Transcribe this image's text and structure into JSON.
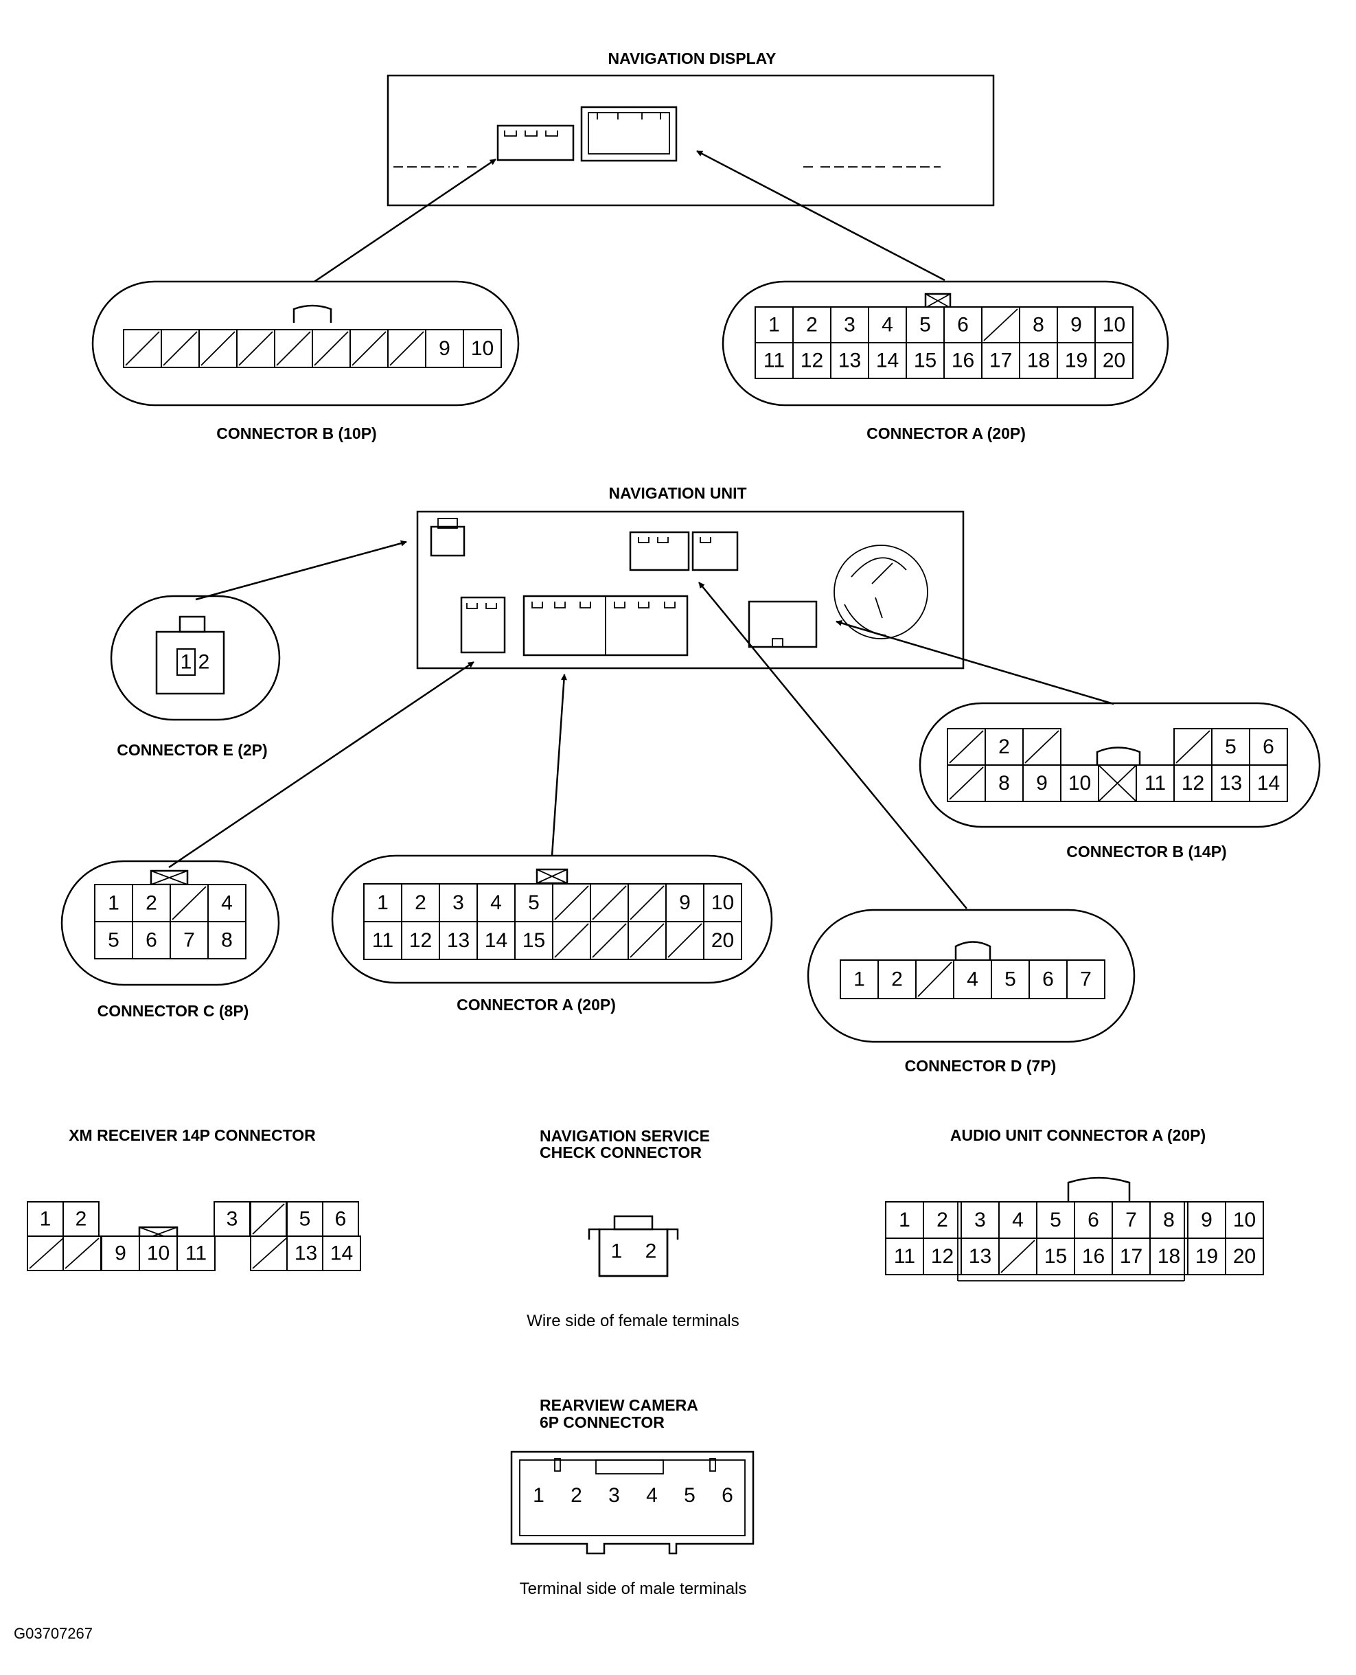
{
  "labels": {
    "navigation_display": "NAVIGATION DISPLAY",
    "navigation_unit": "NAVIGATION UNIT",
    "xm_receiver": "XM RECEIVER 14P CONNECTOR",
    "nav_service_line1": "NAVIGATION SERVICE",
    "nav_service_line2": "CHECK CONNECTOR",
    "audio_unit": "AUDIO UNIT CONNECTOR A (20P)",
    "rearview_line1": "REARVIEW CAMERA",
    "rearview_line2": "6P CONNECTOR",
    "wire_side_note": "Wire side of female terminals",
    "terminal_side_note": "Terminal side of male terminals",
    "figure_id": "G03707267"
  },
  "connectors": {
    "display_b": {
      "caption": "CONNECTOR B (10P)",
      "rows": [
        [
          "",
          "",
          "",
          "",
          "",
          "",
          "",
          "",
          "9",
          "10"
        ]
      ]
    },
    "display_a": {
      "caption": "CONNECTOR A (20P)",
      "rows": [
        [
          "1",
          "2",
          "3",
          "4",
          "5",
          "6",
          "",
          "8",
          "9",
          "10"
        ],
        [
          "11",
          "12",
          "13",
          "14",
          "15",
          "16",
          "17",
          "18",
          "19",
          "20"
        ]
      ]
    },
    "unit_e": {
      "caption": "CONNECTOR E (2P)",
      "rows": [
        [
          "1",
          "2"
        ]
      ]
    },
    "unit_b": {
      "caption": "CONNECTOR B (14P)",
      "rows": [
        [
          "",
          "2",
          "",
          "",
          "",
          "",
          "",
          "",
          "5",
          "6"
        ],
        [
          "",
          "8",
          "9",
          "10",
          "X",
          "11",
          "12",
          "13",
          "14"
        ]
      ]
    },
    "unit_c": {
      "caption": "CONNECTOR C (8P)",
      "rows": [
        [
          "1",
          "2",
          "",
          "4"
        ],
        [
          "5",
          "6",
          "7",
          "8"
        ]
      ]
    },
    "unit_a": {
      "caption": "CONNECTOR A (20P)",
      "rows": [
        [
          "1",
          "2",
          "3",
          "4",
          "5",
          "",
          "",
          "",
          "9",
          "10"
        ],
        [
          "11",
          "12",
          "13",
          "14",
          "15",
          "",
          "",
          "",
          "",
          "20"
        ]
      ]
    },
    "unit_d": {
      "caption": "CONNECTOR D (7P)",
      "rows": [
        [
          "1",
          "2",
          "",
          "4",
          "5",
          "6",
          "7"
        ]
      ]
    },
    "xm": {
      "rows": [
        [
          "1",
          "2",
          "3",
          "",
          "5",
          "6"
        ],
        [
          "",
          "",
          "9",
          "10",
          "11",
          "",
          "13",
          "14"
        ]
      ]
    },
    "nav_service": {
      "rows": [
        [
          "1",
          "2"
        ]
      ]
    },
    "audio_a": {
      "rows": [
        [
          "1",
          "2",
          "3",
          "4",
          "5",
          "6",
          "7",
          "8",
          "9",
          "10"
        ],
        [
          "11",
          "12",
          "13",
          "",
          "15",
          "16",
          "17",
          "18",
          "19",
          "20"
        ]
      ]
    },
    "rearview": {
      "rows": [
        [
          "1",
          "2",
          "3",
          "4",
          "5",
          "6"
        ]
      ]
    }
  }
}
